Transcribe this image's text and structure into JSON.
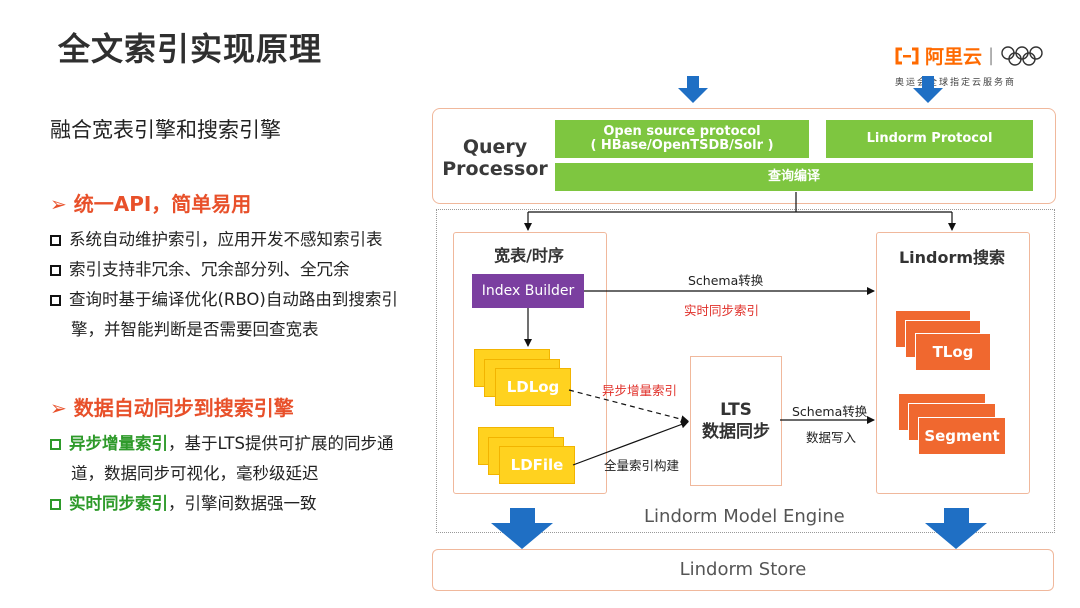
{
  "title": "全文索引实现原理",
  "subtitle": "融合宽表引擎和搜索引擎",
  "logo": {
    "brand": "阿里云",
    "rings": "OOO",
    "slogan": "奥运会全球指定云服务商"
  },
  "section1": {
    "heading": "统一API，简单易用",
    "bullets": [
      "系统自动维护索引，应用开发不感知索引表",
      "索引支持非冗余、冗余部分列、全冗余",
      "查询时基于编译优化(RBO)自动路由到搜索引",
      "擎，并智能判断是否需要回查宽表"
    ]
  },
  "section2": {
    "heading": "数据自动同步到搜索引擎",
    "b1_green": "异步增量索引",
    "b1_rest": "，基于LTS提供可扩展的同步通",
    "b1_cont": "道，数据同步可视化，毫秒级延迟",
    "b2_green": "实时同步索引",
    "b2_rest": "，引擎间数据强一致"
  },
  "diagram": {
    "query_processor": "Query Processor",
    "open_source_protocol_1": "Open source protocol",
    "open_source_protocol_2": "( HBase/OpenTSDB/Solr )",
    "lindorm_protocol": "Lindorm Protocol",
    "query_compile": "查询编译",
    "wide_table": "宽表/时序",
    "index_builder": "Index Builder",
    "ldlog": "LDLog",
    "ldfile": "LDFile",
    "lindorm_search": "Lindorm搜索",
    "tlog": "TLog",
    "segment": "Segment",
    "lts_1": "LTS",
    "lts_2": "数据同步",
    "schema_convert_top": "Schema转换",
    "realtime_sync": "实时同步索引",
    "async_incremental": "异步增量索引",
    "full_index_build": "全量索引构建",
    "schema_convert_right": "Schema转换",
    "data_write": "数据写入",
    "model_engine": "Lindorm Model Engine",
    "store": "Lindorm Store"
  },
  "colors": {
    "accent": "#e8502a",
    "green": "#7ec640",
    "purple": "#7b3fa0",
    "yellow": "#ffd21f",
    "orange": "#f0682f",
    "arrow_blue": "#1f6fc4"
  }
}
